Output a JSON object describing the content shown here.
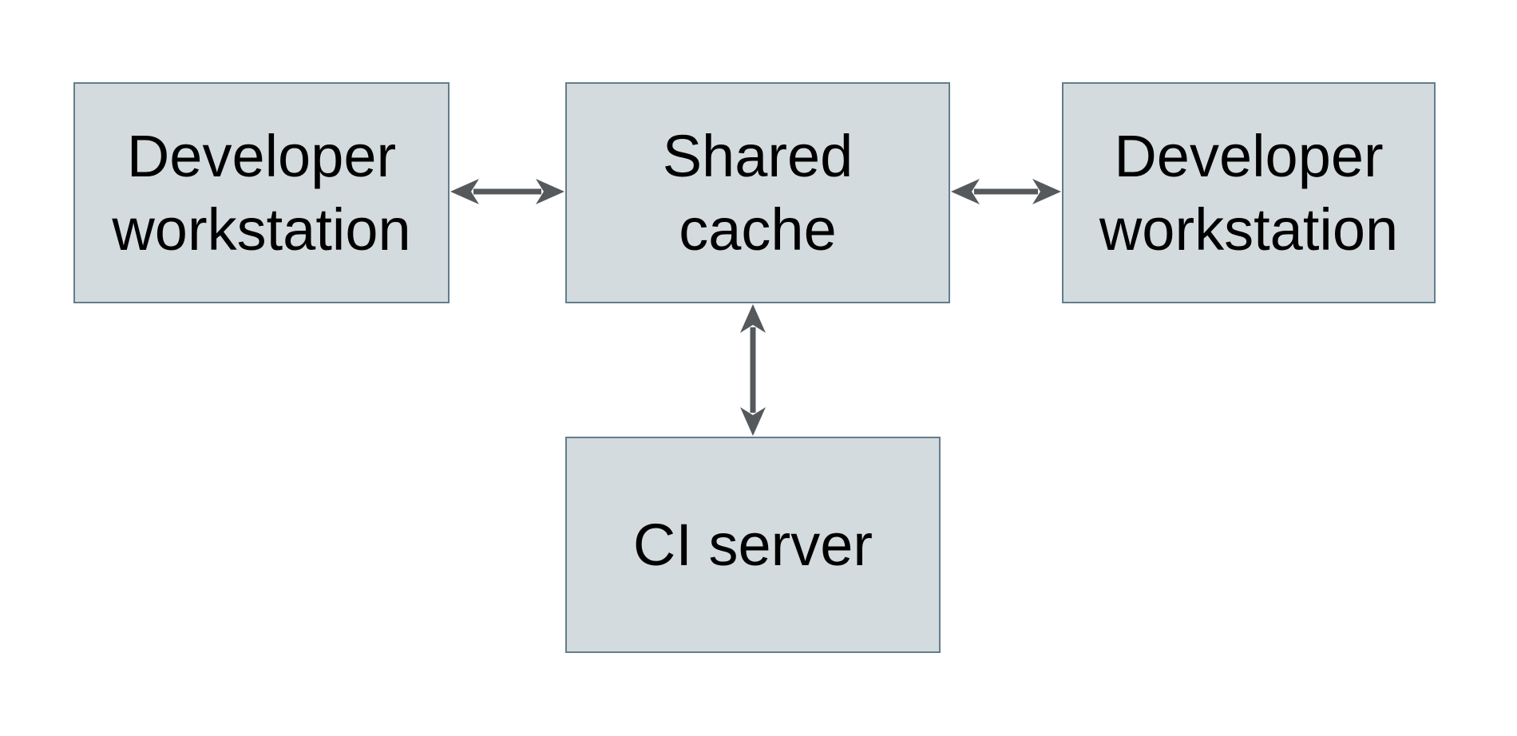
{
  "diagram": {
    "nodes": [
      {
        "id": "dev-left",
        "label": "Developer workstation",
        "lines": [
          "Developer",
          "workstation"
        ]
      },
      {
        "id": "shared-cache",
        "label": "Shared cache",
        "lines": [
          "Shared",
          "cache"
        ]
      },
      {
        "id": "dev-right",
        "label": "Developer workstation",
        "lines": [
          "Developer",
          "workstation"
        ]
      },
      {
        "id": "ci-server",
        "label": "CI server",
        "lines": [
          "CI server"
        ]
      }
    ],
    "edges": [
      {
        "from": "dev-left",
        "to": "shared-cache",
        "bidirectional": true,
        "direction": "horizontal"
      },
      {
        "from": "shared-cache",
        "to": "dev-right",
        "bidirectional": true,
        "direction": "horizontal"
      },
      {
        "from": "shared-cache",
        "to": "ci-server",
        "bidirectional": true,
        "direction": "vertical"
      }
    ],
    "colors": {
      "background": "#FFFFFF",
      "node_fill": "#D4DBDE",
      "node_border": "#637D8C",
      "arrow": "#56595C",
      "text": "#000000"
    }
  }
}
